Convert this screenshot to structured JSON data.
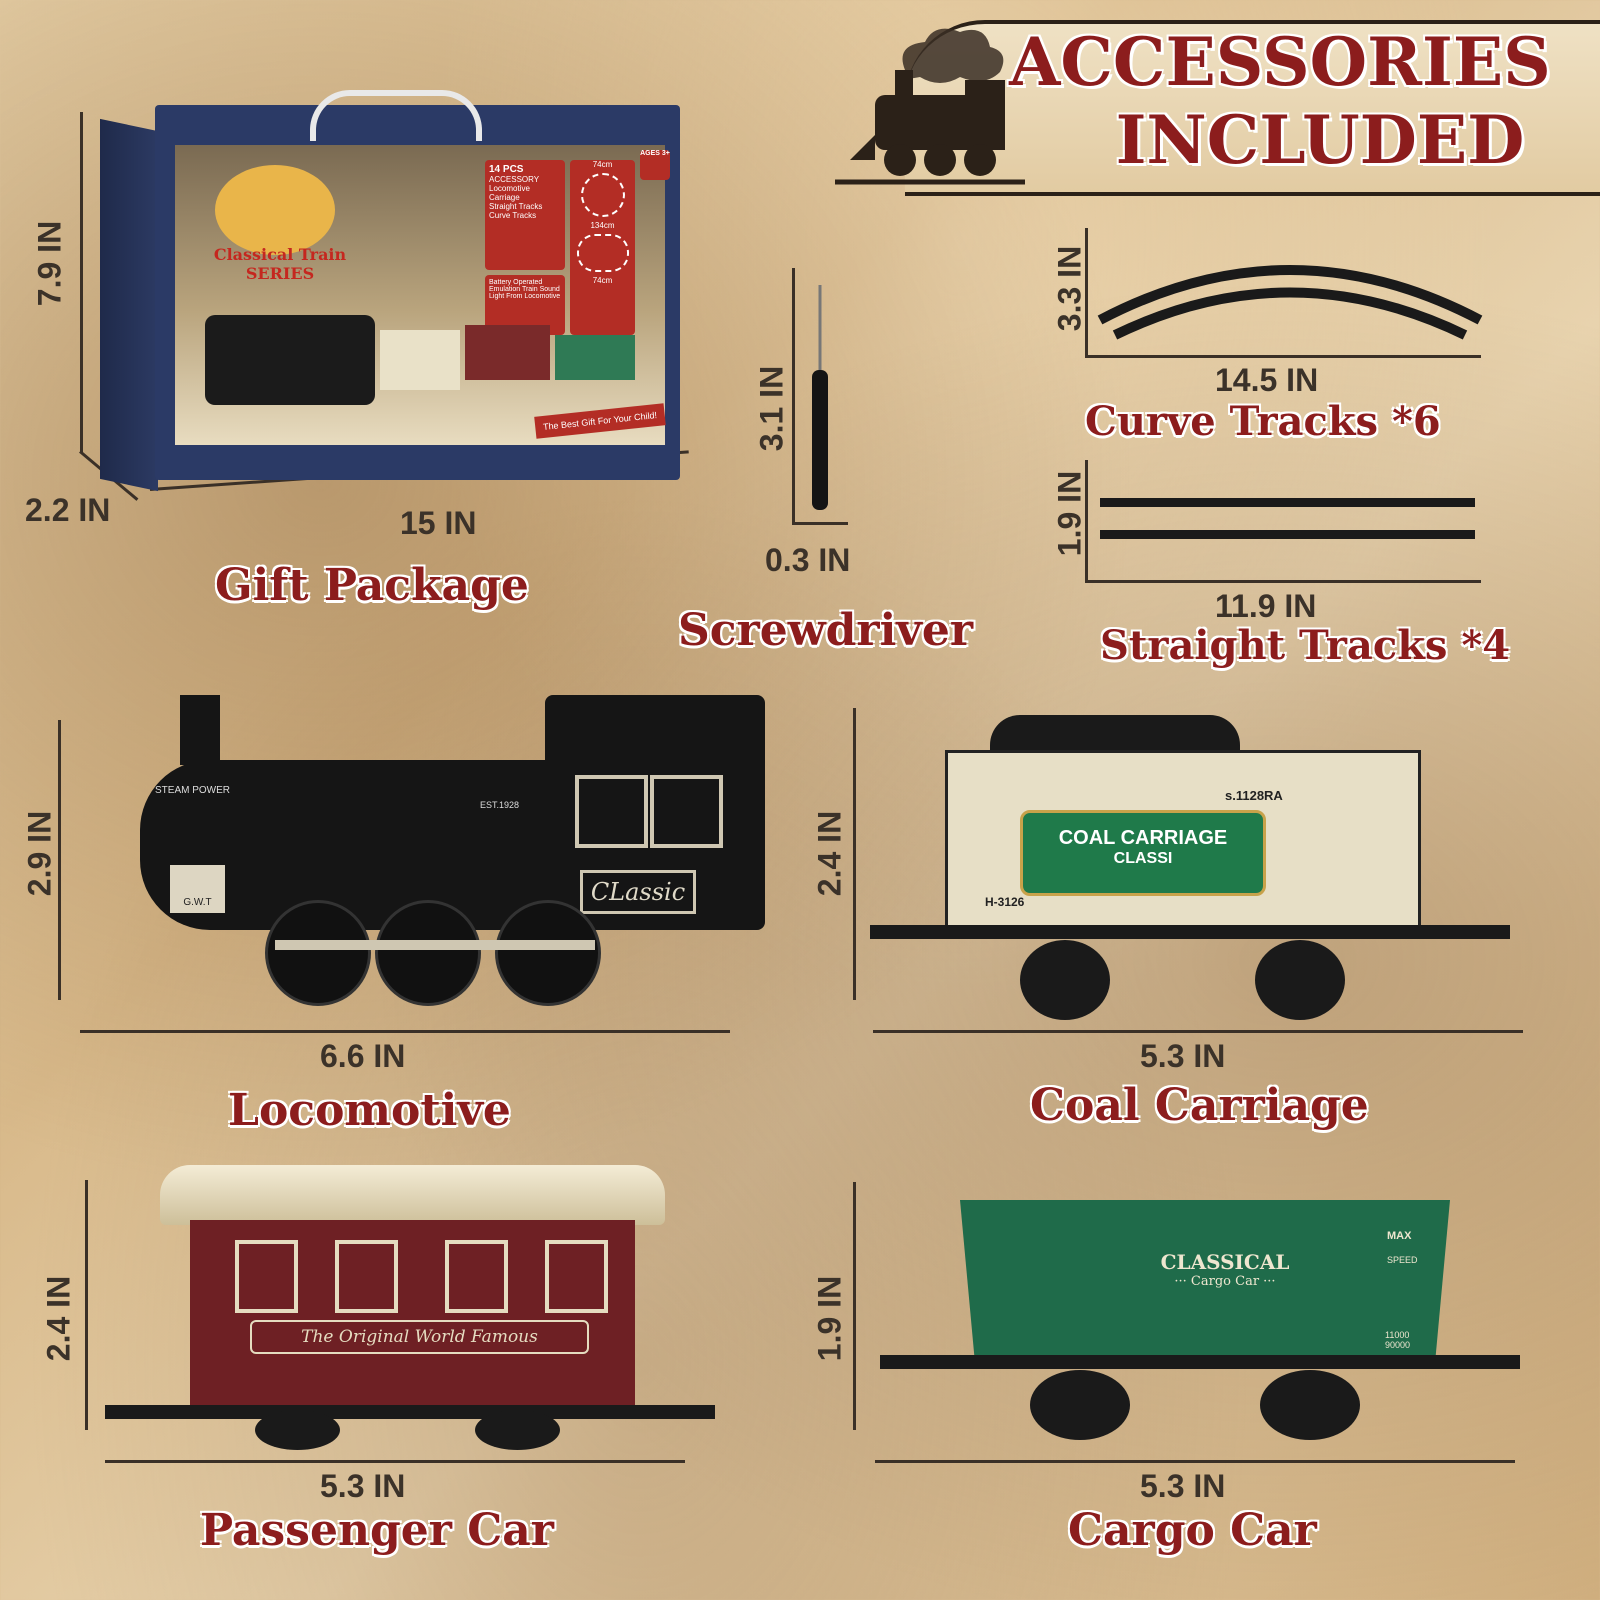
{
  "banner": {
    "line1": "ACCESSORIES",
    "line2": "INCLUDED"
  },
  "gift_package": {
    "title": "Gift Package",
    "height": "7.9 IN",
    "depth": "2.2 IN",
    "width": "15 IN",
    "box": {
      "brand": "Classical Train SERIES",
      "pcs": "14 PCS",
      "accessory_heading": "ACCESSORY",
      "accessory_items": [
        "Locomotive",
        "Carriage",
        "Straight Tracks",
        "Curve Tracks"
      ],
      "features": [
        "Battery Operated",
        "Emulation Train Sound",
        "Light From Locomotive"
      ],
      "ages": "AGES 3+",
      "gift_ribbon": "The Best Gift For Your Child!",
      "track_dims": [
        "74cm",
        "134cm",
        "74cm"
      ]
    }
  },
  "screwdriver": {
    "title": "Screwdriver",
    "height": "3.1 IN",
    "width": "0.3 IN"
  },
  "curve_tracks": {
    "title": "Curve Tracks *6",
    "height": "3.3 IN",
    "width": "14.5 IN"
  },
  "straight_tracks": {
    "title": "Straight Tracks *4",
    "height": "1.9 IN",
    "width": "11.9 IN"
  },
  "locomotive": {
    "title": "Locomotive",
    "height": "2.9 IN",
    "width": "6.6 IN",
    "plate": "CLassic",
    "badge": "G.W.T",
    "side_text": "STEAM POWER",
    "est": "EST.1928"
  },
  "coal_carriage": {
    "title": "Coal Carriage",
    "height": "2.4 IN",
    "width": "5.3 IN",
    "label1": "COAL CARRIAGE",
    "label2": "CLASSI",
    "code": "s.1128RA",
    "number": "H-3126"
  },
  "passenger_car": {
    "title": "Passenger Car",
    "height": "2.4 IN",
    "width": "5.3 IN",
    "script": "The Original World Famous"
  },
  "cargo_car": {
    "title": "Cargo Car",
    "height": "1.9 IN",
    "width": "5.3 IN",
    "label1": "CLASSICAL",
    "label2": "··· Cargo Car ···",
    "max": "MAX",
    "speed": "SPEED",
    "nums": "11000 90000"
  }
}
